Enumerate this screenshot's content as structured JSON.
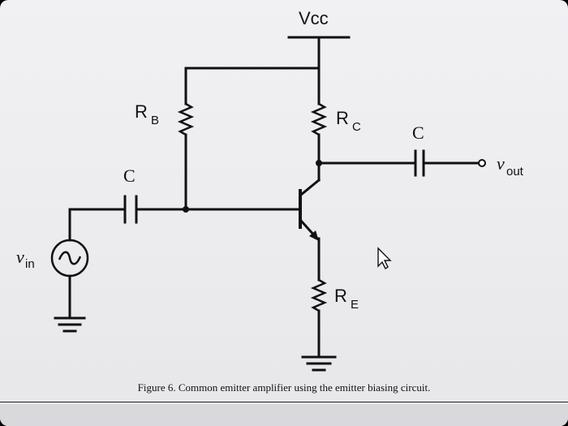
{
  "labels": {
    "vcc": "Vcc",
    "rb_main": "R",
    "rb_sub": "B",
    "rc_main": "R",
    "rc_sub": "C",
    "re_main": "R",
    "re_sub": "E",
    "c_in": "C",
    "c_out": "C",
    "vin_main": "v",
    "vin_sub": "in",
    "vout_main": "v",
    "vout_sub": "out"
  },
  "caption": "Figure 6. Common emitter amplifier using the emitter biasing circuit."
}
